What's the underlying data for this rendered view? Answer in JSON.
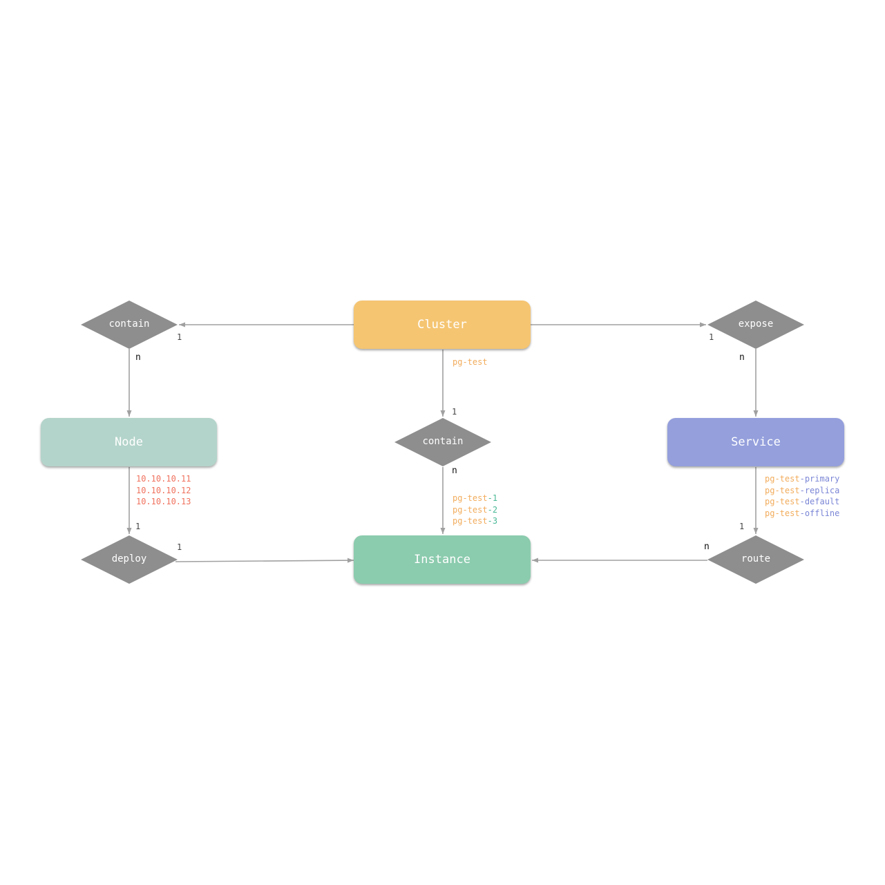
{
  "colors": {
    "cluster": "#f5c572",
    "node": "#b3d4ca",
    "service": "#949fdc",
    "instance": "#8bcbae",
    "diamond": "#8e8e8e",
    "edge": "#a0a0a0",
    "orange_text": "#f2ac5c",
    "red_text": "#f0705c",
    "green_text": "#49b895",
    "blue_text": "#7b86d6"
  },
  "entities": {
    "cluster": "Cluster",
    "node": "Node",
    "service": "Service",
    "instance": "Instance"
  },
  "relations": {
    "contain_left": "contain",
    "expose": "expose",
    "contain_center": "contain",
    "deploy": "deploy",
    "route": "route"
  },
  "cardinalities": {
    "contain_left_cluster": "1",
    "contain_left_node": "n",
    "expose_cluster": "1",
    "expose_service": "n",
    "contain_center_cluster": "1",
    "contain_center_instance": "n",
    "deploy_node": "1",
    "deploy_instance": "1",
    "route_service": "1",
    "route_instance": "n"
  },
  "annotations": {
    "cluster_name": "pg-test",
    "node_ips": [
      "10.10.10.11",
      "10.10.10.12",
      "10.10.10.13"
    ],
    "instances": [
      {
        "prefix": "pg-test",
        "sep": "-",
        "suffix": "1"
      },
      {
        "prefix": "pg-test",
        "sep": "-",
        "suffix": "2"
      },
      {
        "prefix": "pg-test",
        "sep": "-",
        "suffix": "3"
      }
    ],
    "services": [
      {
        "prefix": "pg-test",
        "sep": "-",
        "suffix": "primary"
      },
      {
        "prefix": "pg-test",
        "sep": "-",
        "suffix": "replica"
      },
      {
        "prefix": "pg-test",
        "sep": "-",
        "suffix": "default"
      },
      {
        "prefix": "pg-test",
        "sep": "-",
        "suffix": "offline"
      }
    ]
  }
}
